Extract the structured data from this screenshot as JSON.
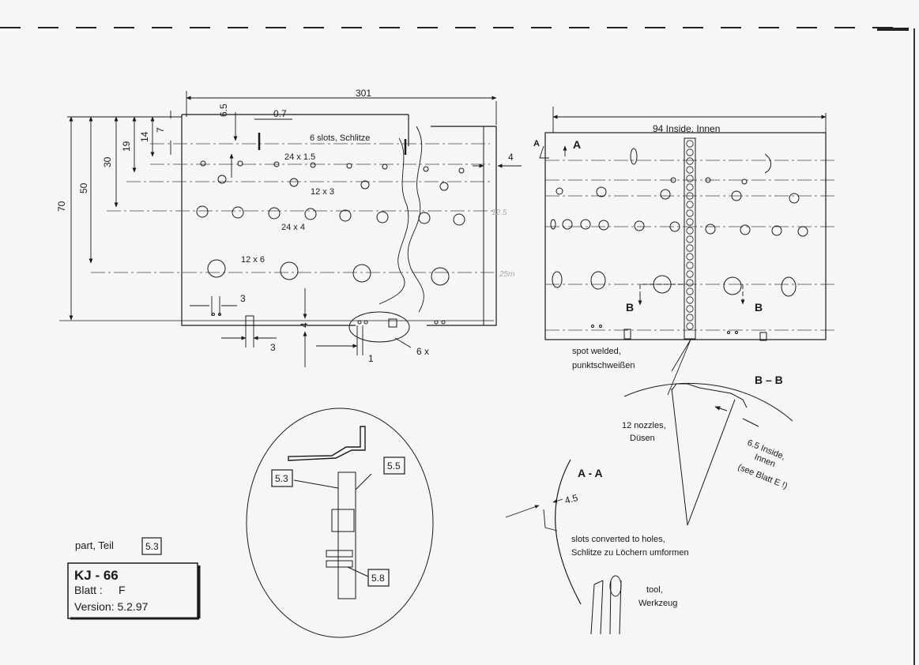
{
  "dims": {
    "d301": "301",
    "d07": "0.7",
    "d65": "6.5",
    "d7": "7",
    "d14": "14",
    "d19": "19",
    "d30": "30",
    "d50": "50",
    "d70": "70",
    "d3a": "3",
    "d3b": "3",
    "d4a": "4",
    "d4b": "4",
    "d1": "1",
    "d94": "94 Inside,  Innen",
    "d45": "4.5"
  },
  "notes": {
    "slots": "6 slots, Schlitze",
    "row1": "24 x 1.5",
    "row2": "12 x 3",
    "row3": "24 x 4",
    "row4": "12 x 6",
    "count6": "6 x",
    "spot1": "spot welded,",
    "spot2": "punktschweißen",
    "nozzles1": "12 nozzles,",
    "nozzles2": "Düsen",
    "inside1": "6.5 Inside,",
    "inside2": "Innen",
    "inside3": "(see Blatt E !)",
    "conv1": "slots converted to holes,",
    "conv2": "Schlitze zu Löchern umformen",
    "tool1": "tool,",
    "tool2": "Werkzeug",
    "hand1": "12.5",
    "hand2": "25m"
  },
  "sections": {
    "a": "A",
    "a2": "A",
    "b1": "B",
    "b2": "B",
    "bb": "B – B",
    "aa": "A  -  A"
  },
  "detail": {
    "p53": "5.3",
    "p55": "5.5",
    "p58": "5.8"
  },
  "partlabel": {
    "text": "part, Teil",
    "num": "5.3"
  },
  "titleblock": {
    "title": "KJ -  66",
    "blatt_label": "Blatt :",
    "blatt_value": "F",
    "version": "Version: 5.2.97"
  }
}
